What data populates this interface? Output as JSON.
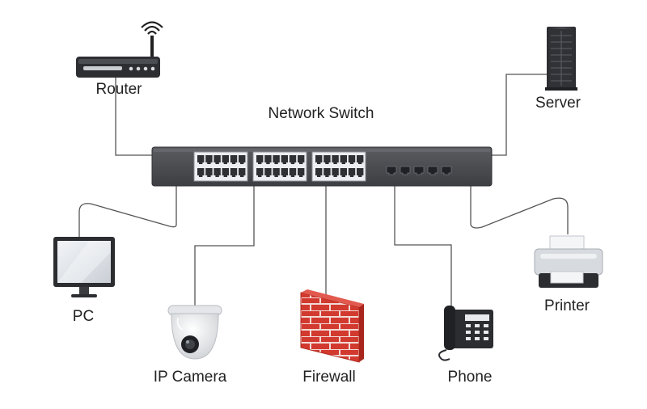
{
  "switch": {
    "label": "Network Switch"
  },
  "devices": {
    "router": "Router",
    "server": "Server",
    "pc": "PC",
    "ip_camera": "IP Camera",
    "firewall": "Firewall",
    "phone": "Phone",
    "printer": "Printer"
  },
  "colors": {
    "switch_body": "#4a4c50",
    "cable": "#555555",
    "firewall_brick": "#d23a2f",
    "monitor": "#2b2d31"
  }
}
